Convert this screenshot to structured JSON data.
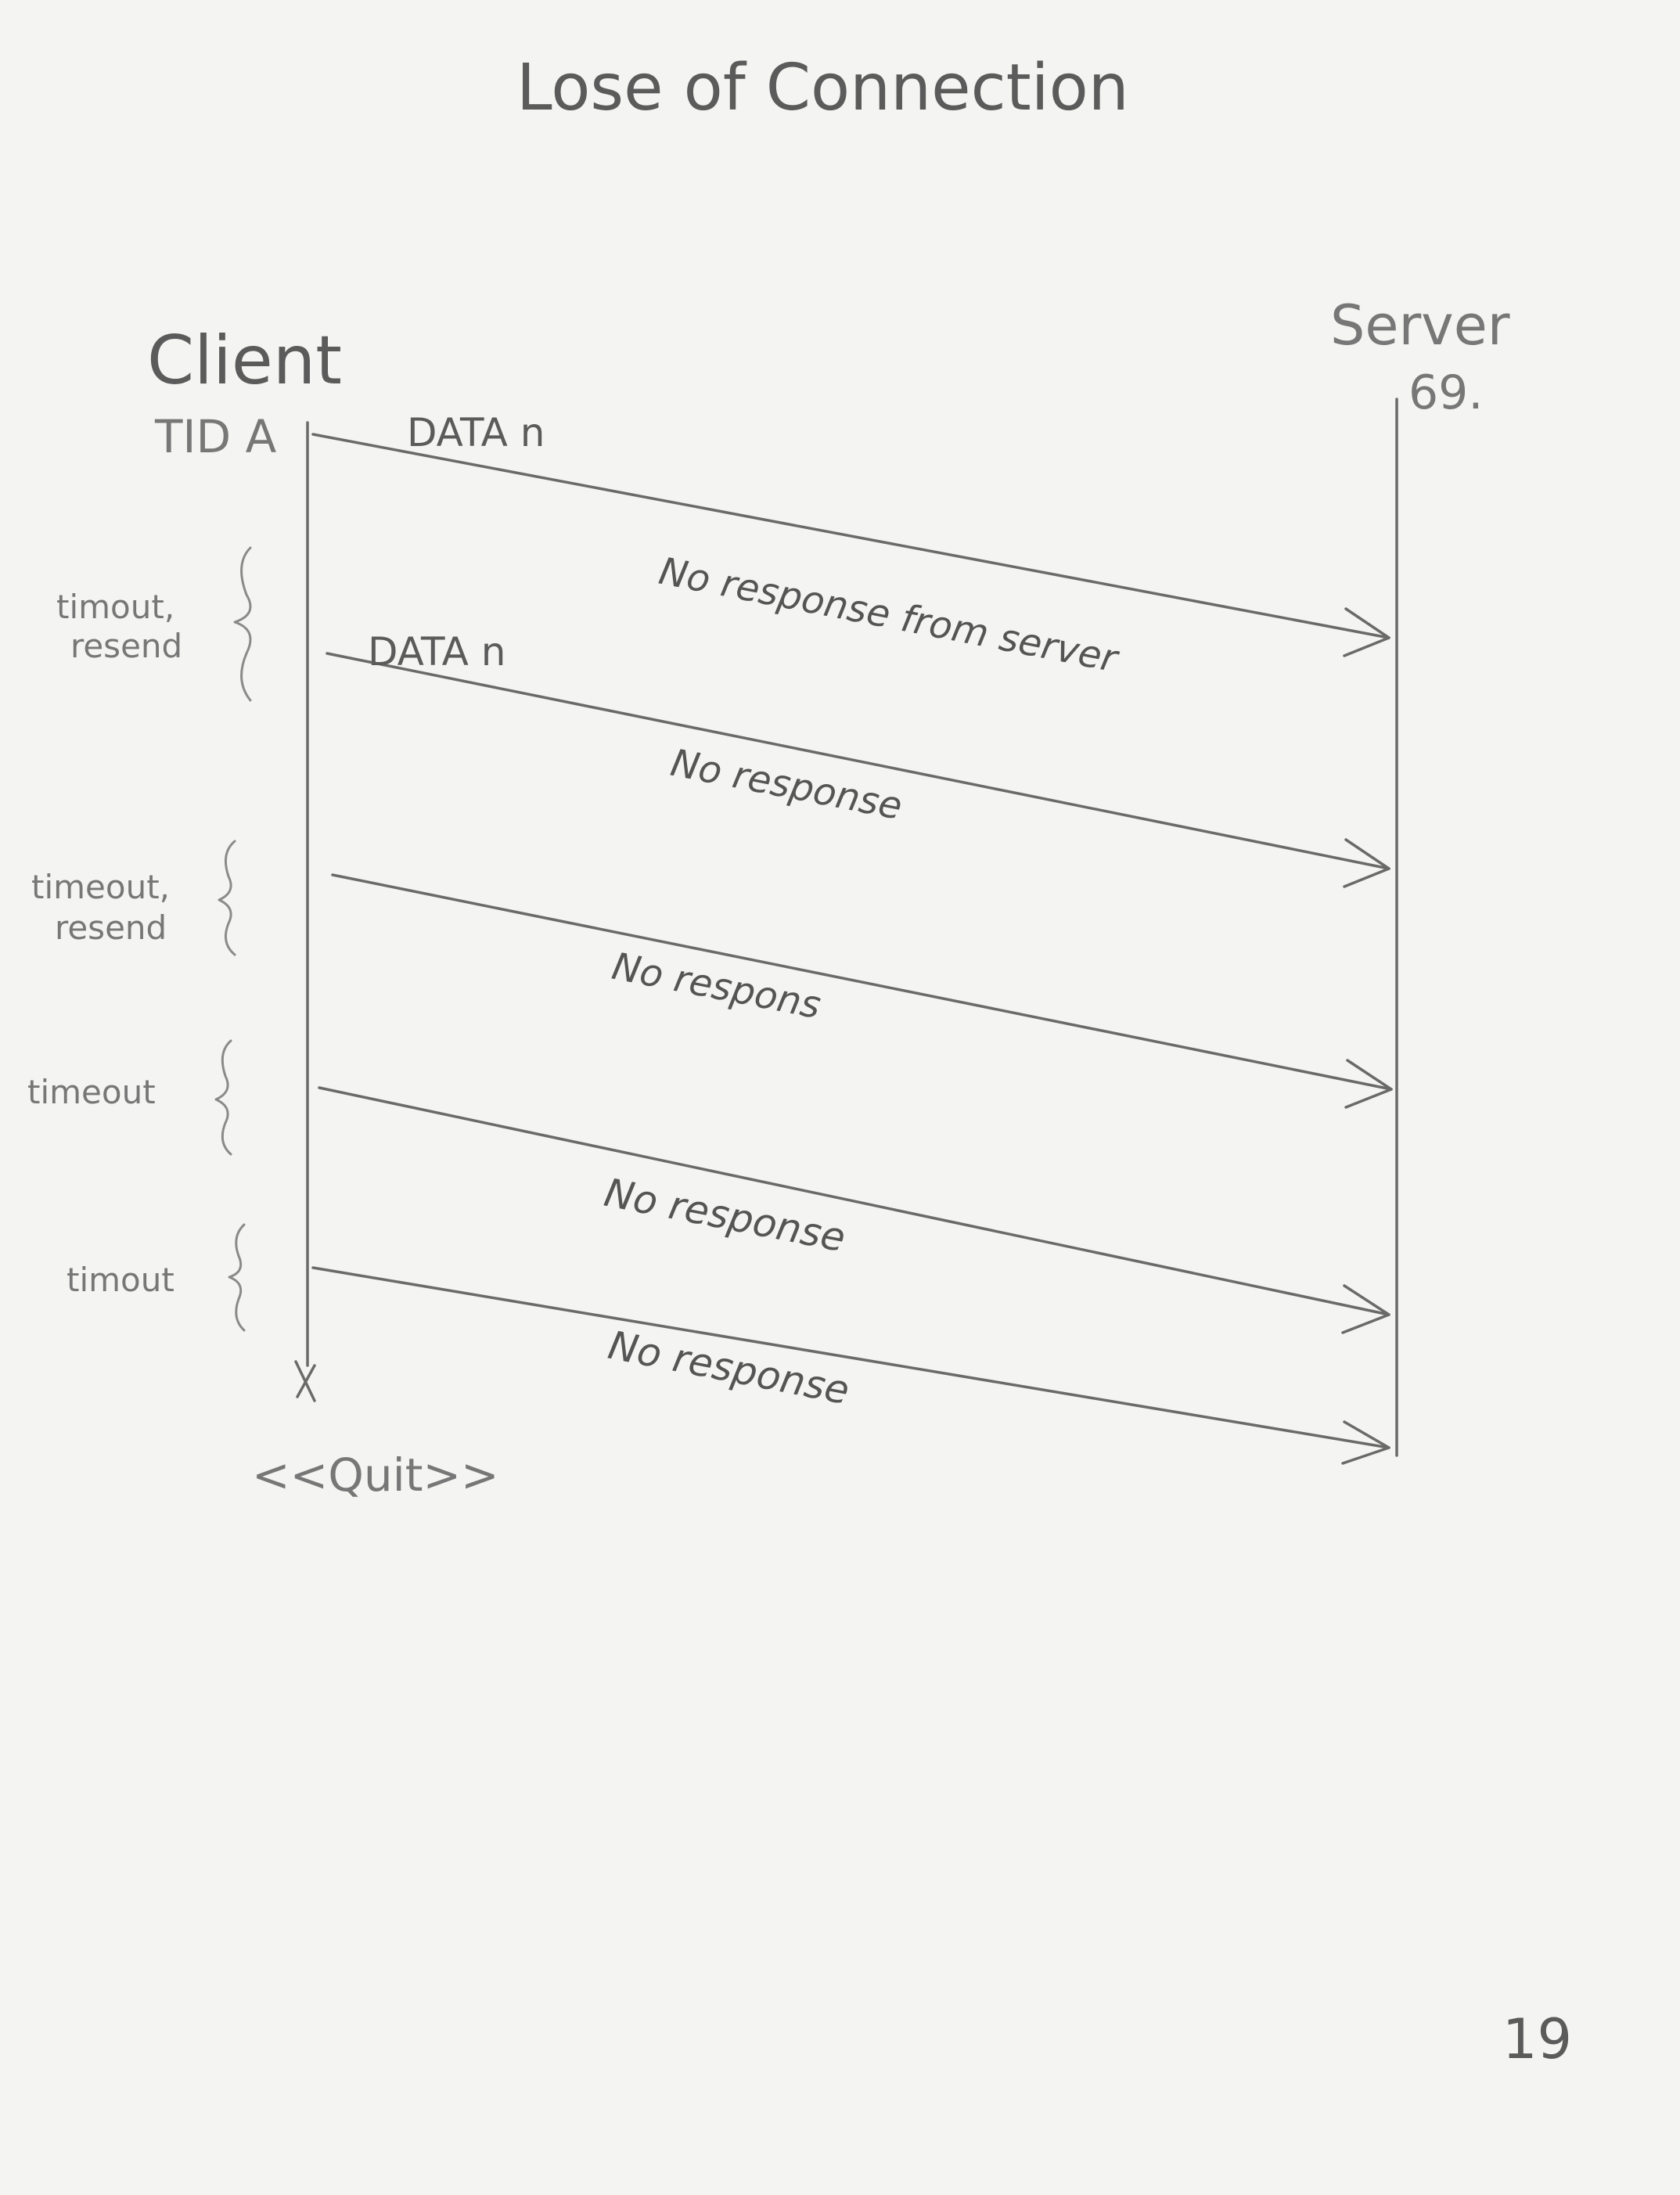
{
  "title": "Lose of Connection",
  "page_number": "19",
  "participants": {
    "client": {
      "name": "Client",
      "sub": "TID A"
    },
    "server": {
      "name": "Server",
      "sub": "69."
    }
  },
  "messages": [
    {
      "label": "DATA n",
      "note": "No response from server"
    },
    {
      "label": "DATA n",
      "note": "No response"
    },
    {
      "label": "",
      "note": "No respons"
    },
    {
      "label": "",
      "note": "No response"
    },
    {
      "label": "",
      "note": "No response"
    }
  ],
  "timeouts": [
    {
      "line1": "timout,",
      "line2": "resend"
    },
    {
      "line1": "timeout,",
      "line2": "resend"
    },
    {
      "line1": "timeout",
      "line2": ""
    },
    {
      "line1": "timout",
      "line2": ""
    }
  ],
  "termination": "<<Quit>>"
}
